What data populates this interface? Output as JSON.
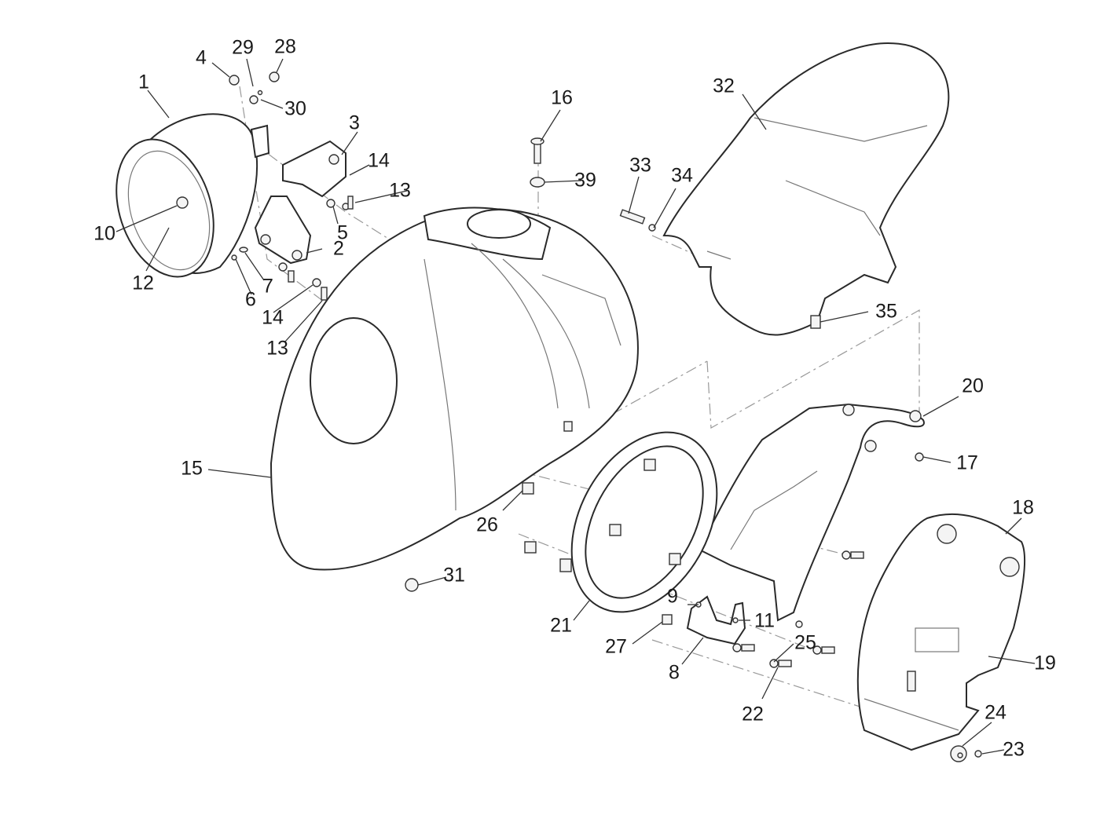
{
  "diagram": {
    "type": "exploded-parts-diagram",
    "subject": "Headlamp housing, front fender and mudguard assembly",
    "callouts": [
      {
        "id": "1",
        "part": "headlamp-shell"
      },
      {
        "id": "2",
        "part": "lower-bracket"
      },
      {
        "id": "3",
        "part": "upper-bracket"
      },
      {
        "id": "4",
        "part": "bolt"
      },
      {
        "id": "5",
        "part": "nut"
      },
      {
        "id": "6",
        "part": "nut"
      },
      {
        "id": "7",
        "part": "washer"
      },
      {
        "id": "8",
        "part": "plate"
      },
      {
        "id": "9",
        "part": "bracket"
      },
      {
        "id": "10",
        "part": "screw"
      },
      {
        "id": "11",
        "part": "nut"
      },
      {
        "id": "12",
        "part": "washer"
      },
      {
        "id": "13",
        "part": "screw"
      },
      {
        "id": "14",
        "part": "washer"
      },
      {
        "id": "15",
        "part": "front-fender-cover"
      },
      {
        "id": "16",
        "part": "screw"
      },
      {
        "id": "17",
        "part": "nut"
      },
      {
        "id": "18",
        "part": "inner-mudguard"
      },
      {
        "id": "19",
        "part": "screw"
      },
      {
        "id": "20",
        "part": "support-frame"
      },
      {
        "id": "21",
        "part": "headlamp-ring"
      },
      {
        "id": "22",
        "part": "screw"
      },
      {
        "id": "23",
        "part": "screw"
      },
      {
        "id": "24",
        "part": "washer"
      },
      {
        "id": "25",
        "part": "washer"
      },
      {
        "id": "26",
        "part": "clip-nut"
      },
      {
        "id": "27",
        "part": "clip-nut"
      },
      {
        "id": "28",
        "part": "cap"
      },
      {
        "id": "29",
        "part": "pin"
      },
      {
        "id": "30",
        "part": "grommet"
      },
      {
        "id": "31",
        "part": "cap-nut"
      },
      {
        "id": "32",
        "part": "rear-mudguard"
      },
      {
        "id": "33",
        "part": "bolt"
      },
      {
        "id": "34",
        "part": "washer"
      },
      {
        "id": "35",
        "part": "clip-nut"
      },
      {
        "id": "39",
        "part": "grommet"
      }
    ],
    "labels": {
      "l1": "1",
      "l2": "2",
      "l3": "3",
      "l4": "4",
      "l5": "5",
      "l6": "6",
      "l7": "7",
      "l8": "8",
      "l9": "9",
      "l10": "10",
      "l11": "11",
      "l12": "12",
      "l13a": "13",
      "l13b": "13",
      "l14a": "14",
      "l14b": "14",
      "l15": "15",
      "l16": "16",
      "l17": "17",
      "l18": "18",
      "l19": "19",
      "l20": "20",
      "l21": "21",
      "l22": "22",
      "l23": "23",
      "l24": "24",
      "l25": "25",
      "l26": "26",
      "l27": "27",
      "l28": "28",
      "l29": "29",
      "l30": "30",
      "l31": "31",
      "l32": "32",
      "l33": "33",
      "l34": "34",
      "l35": "35",
      "l39": "39"
    }
  }
}
